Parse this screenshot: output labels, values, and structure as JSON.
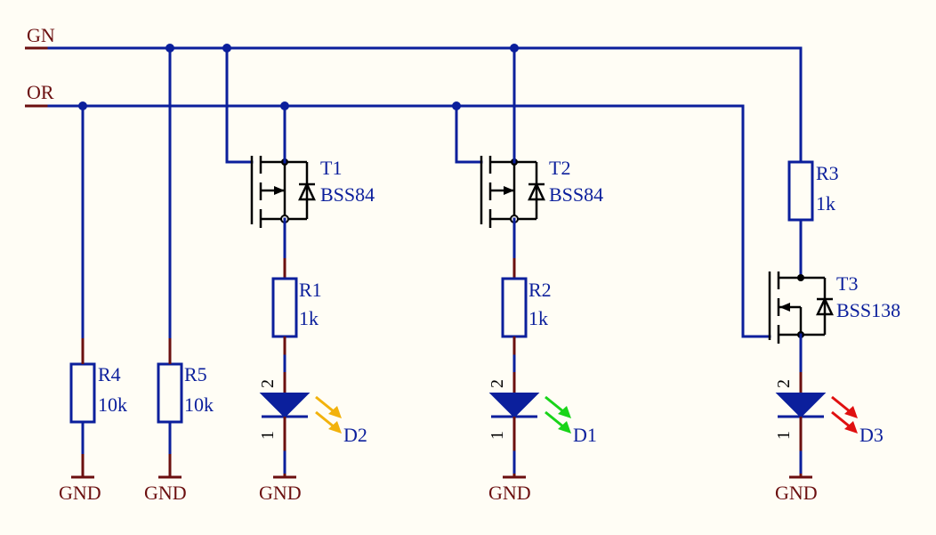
{
  "nets": {
    "gn": "GN",
    "or": "OR",
    "gnd": "GND"
  },
  "components": {
    "r1": {
      "ref": "R1",
      "value": "1k"
    },
    "r2": {
      "ref": "R2",
      "value": "1k"
    },
    "r3": {
      "ref": "R3",
      "value": "1k"
    },
    "r4": {
      "ref": "R4",
      "value": "10k"
    },
    "r5": {
      "ref": "R5",
      "value": "10k"
    },
    "t1": {
      "ref": "T1",
      "value": "BSS84"
    },
    "t2": {
      "ref": "T2",
      "value": "BSS84"
    },
    "t3": {
      "ref": "T3",
      "value": "BSS138"
    },
    "d1": {
      "ref": "D1",
      "color": "#19d419"
    },
    "d2": {
      "ref": "D2",
      "color": "#f2b20c"
    },
    "d3": {
      "ref": "D3",
      "color": "#e01010"
    }
  },
  "pin_labels": {
    "anode": "2",
    "cathode": "1"
  },
  "colors": {
    "wire": "#0b1f9c",
    "net_label": "#6b0f0f",
    "background": "#fffdf5"
  }
}
